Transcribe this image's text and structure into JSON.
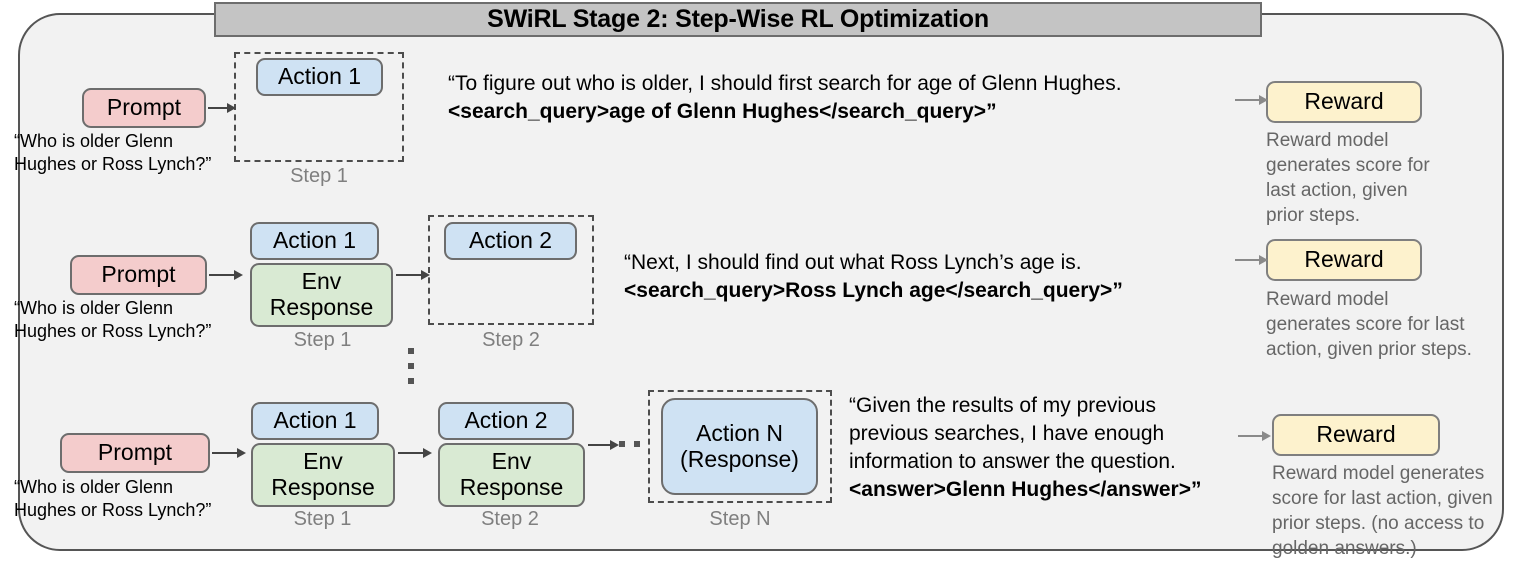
{
  "figure": {
    "title": "SWiRL Stage 2: Step-Wise RL Optimization"
  },
  "labels": {
    "prompt": "Prompt",
    "action_1": "Action 1",
    "action_2": "Action 2",
    "action_n": "Action N\n(Response)",
    "action_n_line1": "Action N",
    "action_n_line2": "(Response)",
    "env_response_line1": "Env",
    "env_response_line2": "Response",
    "reward": "Reward",
    "step_1": "Step 1",
    "step_2": "Step 2",
    "step_n": "Step N"
  },
  "prompt_caption": "“Who is older Glenn Hughes or Ross Lynch?”",
  "prompt_caption_line1": "“Who is older Glenn",
  "prompt_caption_line2": "Hughes or Ross Lynch?”",
  "rows": [
    {
      "id": "row-1",
      "thought_plain": "“To figure out who is older, I should first search for age of Glenn Hughes.",
      "thought_bold": "<search_query>age of Glenn Hughes</search_query>”",
      "reward_label": "Reward",
      "reward_description": "Reward model generates score for last action, given prior steps.",
      "steps": [
        "Step 1"
      ],
      "nodes": [
        "Prompt",
        "Action 1"
      ]
    },
    {
      "id": "row-2",
      "thought_plain": "“Next, I should find out what Ross Lynch’s age is.",
      "thought_bold": "<search_query>Ross Lynch age</search_query>”",
      "reward_label": "Reward",
      "reward_description": "Reward model generates score for last action, given prior steps.",
      "steps": [
        "Step 1",
        "Step 2"
      ],
      "nodes": [
        "Prompt",
        "Action 1",
        "Env Response",
        "Action 2"
      ]
    },
    {
      "id": "row-3",
      "thought_plain": "“Given the results of my previous previous searches, I have enough information to answer the question.",
      "thought_bold": "<answer>Glenn Hughes</answer>”",
      "reward_label": "Reward",
      "reward_description": "Reward model generates score for last action, given prior steps. (no access to golden answers.)",
      "steps": [
        "Step 1",
        "Step 2",
        "Step N"
      ],
      "nodes": [
        "Prompt",
        "Action 1",
        "Env Response",
        "Action 2",
        "Env Response",
        "Action N (Response)"
      ]
    }
  ],
  "thought_lines": {
    "row1_l1": "“To figure out who is older, I should first search for age of Glenn Hughes.",
    "row1_l2": "<search_query>age of Glenn Hughes</search_query>”",
    "row2_l1": "“Next, I should find out what Ross Lynch’s age is.",
    "row2_l2": "<search_query>Ross Lynch age</search_query>”",
    "row3_l1": "“Given the results of my previous",
    "row3_l2": "previous searches, I have enough",
    "row3_l3": "information to answer the question.",
    "row3_l4": "<answer>Glenn Hughes</answer>”"
  },
  "reward_desc_lines": {
    "row1_l1": "Reward model",
    "row1_l2": "generates score for",
    "row1_l3": "last action, given",
    "row1_l4": "prior steps.",
    "row2_l1": "Reward model",
    "row2_l2": "generates score for last",
    "row2_l3": "action, given prior steps.",
    "row3_l1": "Reward model generates",
    "row3_l2": "score for last action, given",
    "row3_l3": "prior steps. (no access to",
    "row3_l4": "golden answers.)"
  },
  "colors": {
    "prompt_fill": "#f4cccc",
    "action_fill": "#cfe2f3",
    "env_fill": "#d9ead3",
    "reward_fill": "#fdf2cd",
    "canvas_fill": "#f2f2f2",
    "banner_fill": "#c4c4c4",
    "node_stroke": "#6d6d6d",
    "dashed_stroke": "#4d4d4d",
    "muted_text": "#7f7f7f"
  }
}
